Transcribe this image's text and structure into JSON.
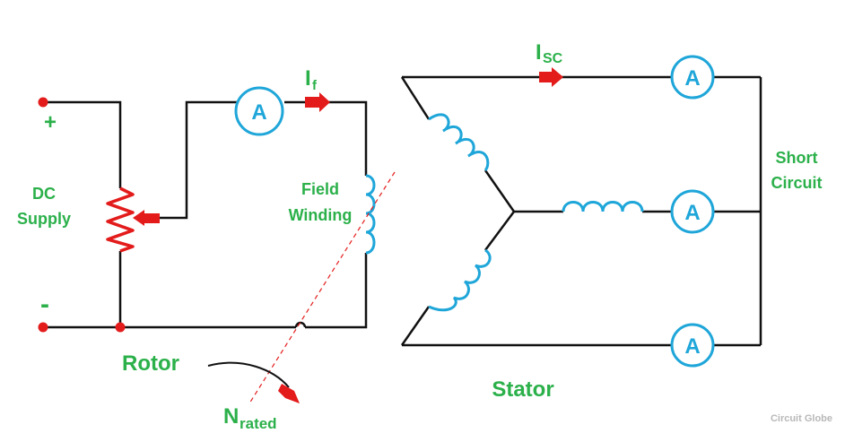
{
  "labels": {
    "plus": "+",
    "minus": "-",
    "dc_line1": "DC",
    "dc_line2": "Supply",
    "field_line1": "Field",
    "field_line2": "Winding",
    "short_line1": "Short",
    "short_line2": "Circuit",
    "rotor": "Rotor",
    "stator": "Stator",
    "if_main": "I",
    "if_sub": "f",
    "isc_main": "I",
    "isc_sub": "SC",
    "n_main": "N",
    "n_sub": "rated"
  },
  "ammeters": {
    "field": "A",
    "top": "A",
    "mid": "A",
    "bottom": "A"
  },
  "watermark": "Circuit Globe",
  "colors": {
    "wire": "#111111",
    "label": "#2bb04a",
    "coil": "#1fa6d9",
    "meter": "#1fa6d9",
    "arrow": "#e31b1b",
    "terminal": "#e31b1b",
    "dashed_axis": "#e31b1b",
    "watermark": "#b8b8b8"
  }
}
